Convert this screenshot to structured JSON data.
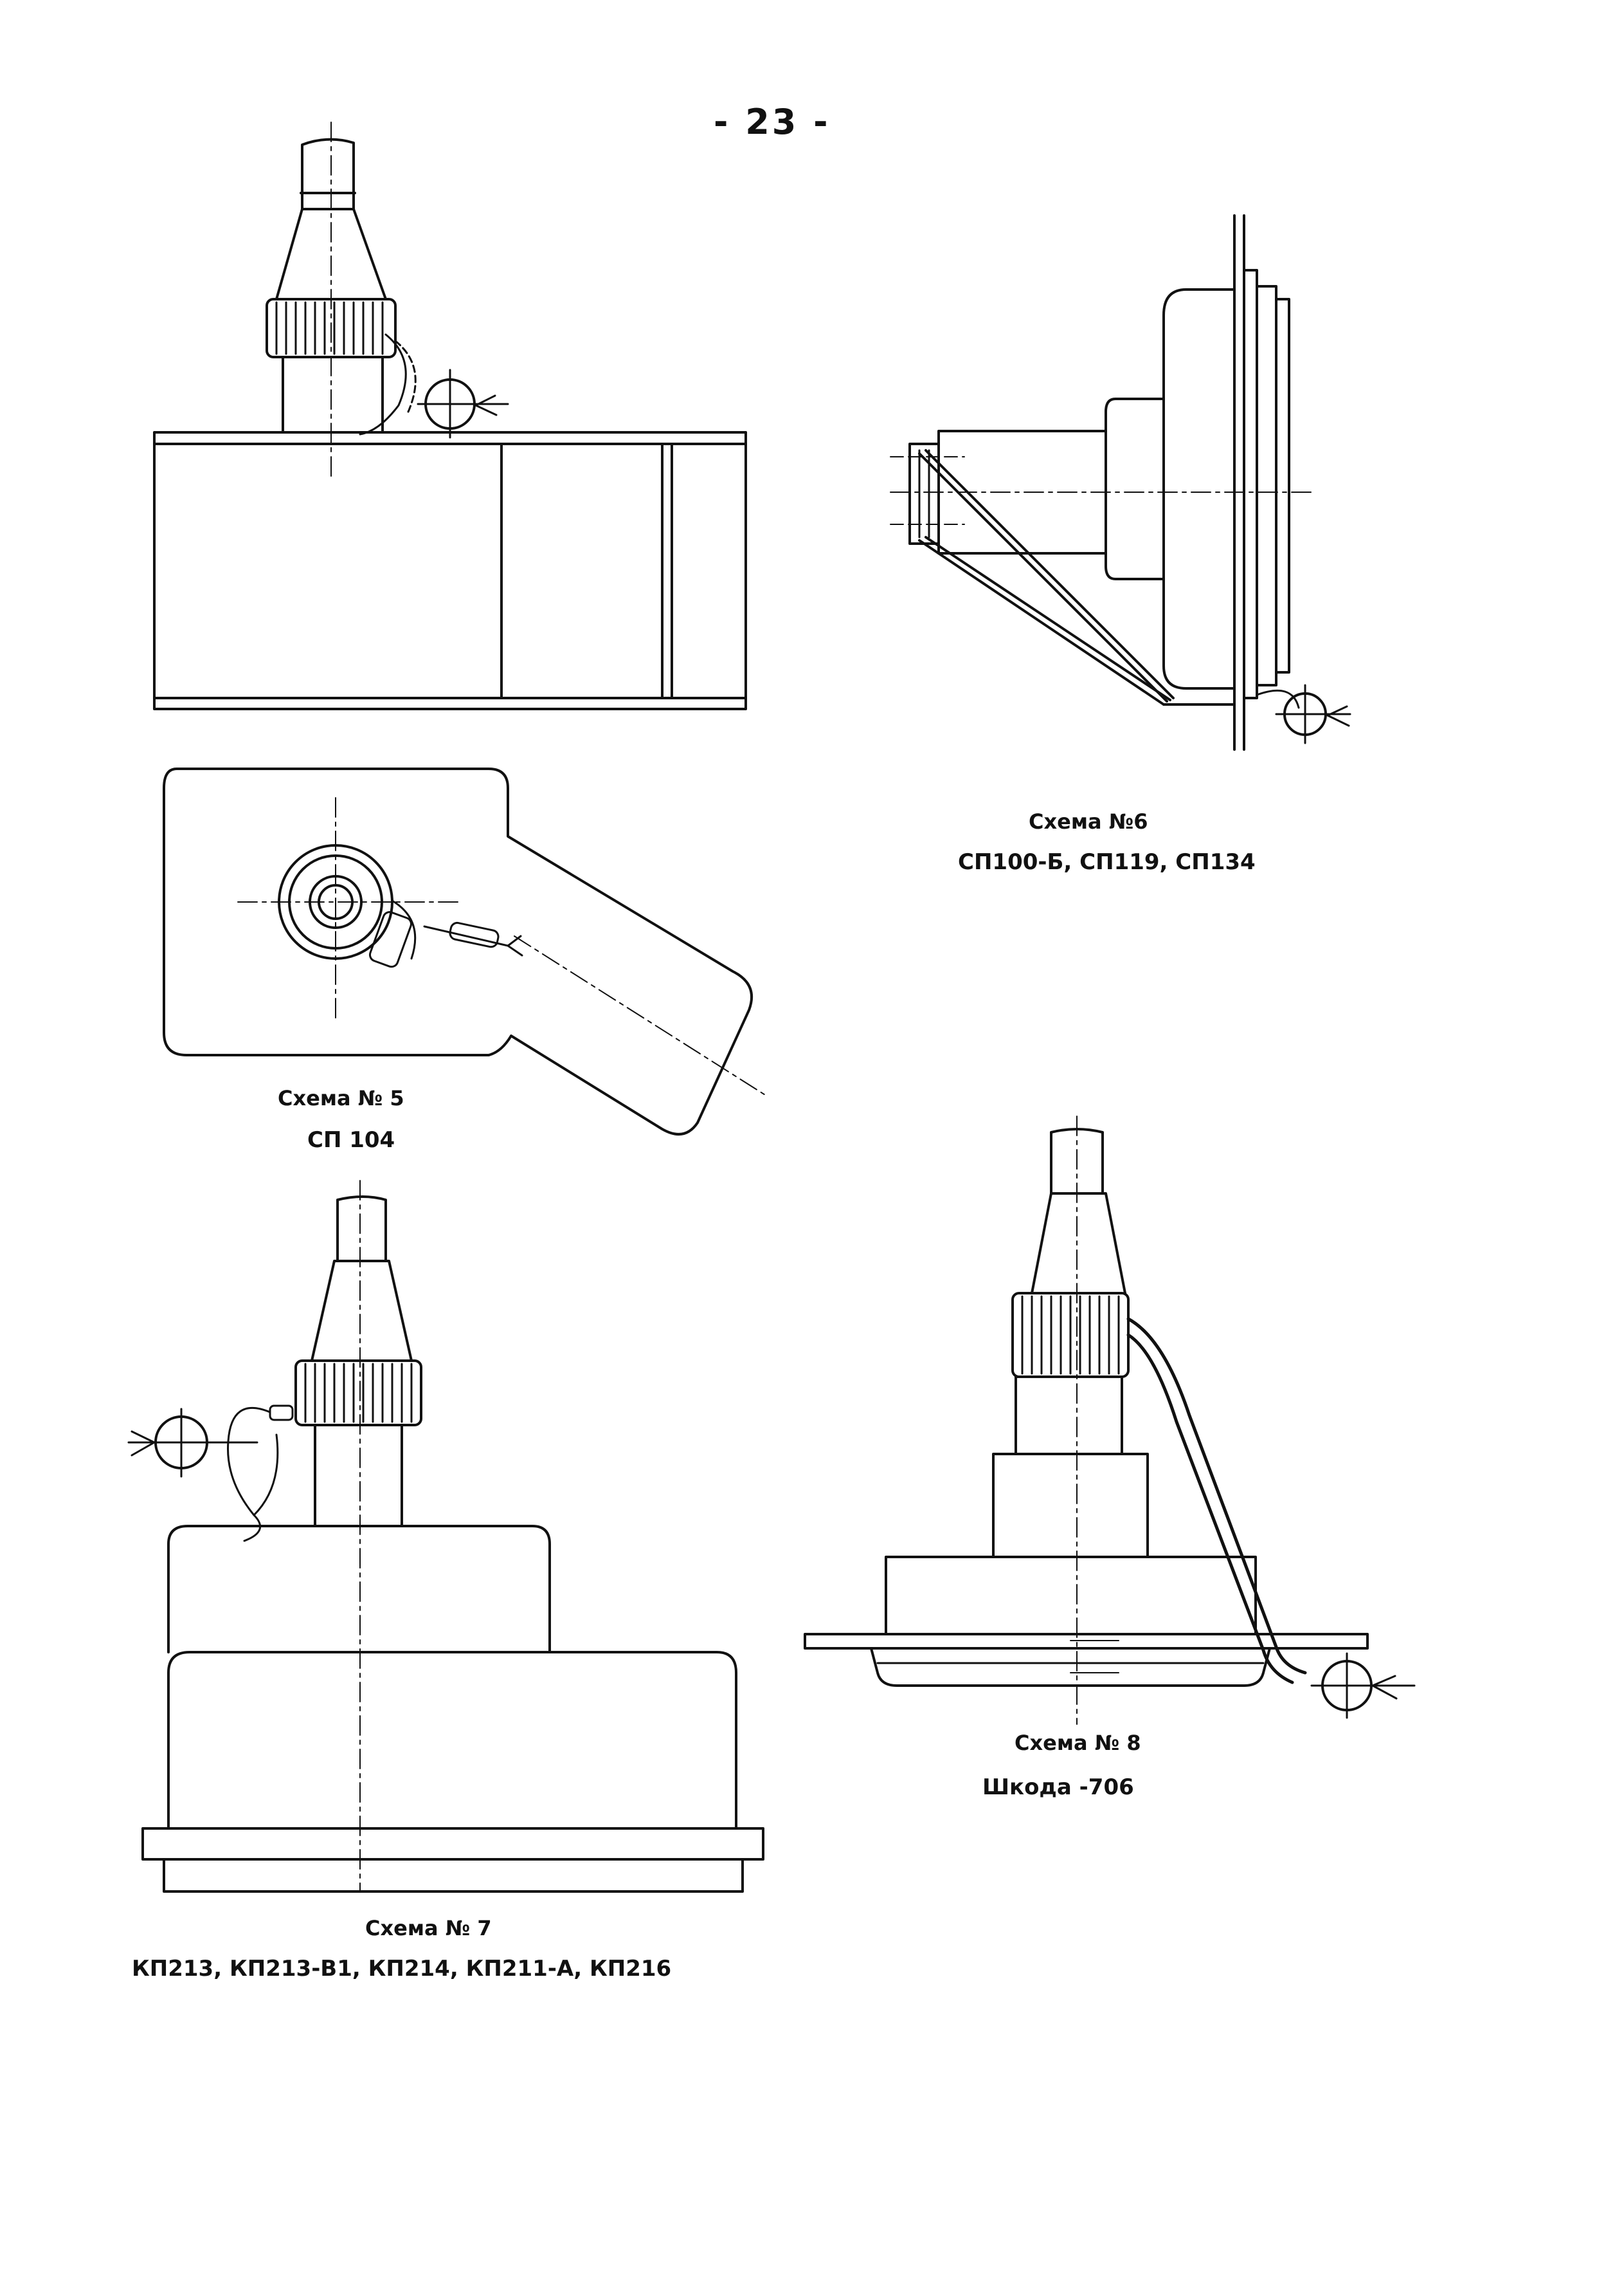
{
  "page_number": "- 23 -",
  "schemes": [
    {
      "title": "Схема № 5",
      "models": "СП 104"
    },
    {
      "title": "Схема №6",
      "models": "СП100-Б, СП119, СП134"
    },
    {
      "title": "Схема № 7",
      "models": "КП213, КП213-В1, КП214, КП211-А, КП216"
    },
    {
      "title": "Схема № 8",
      "models": "Шкода -706"
    }
  ]
}
